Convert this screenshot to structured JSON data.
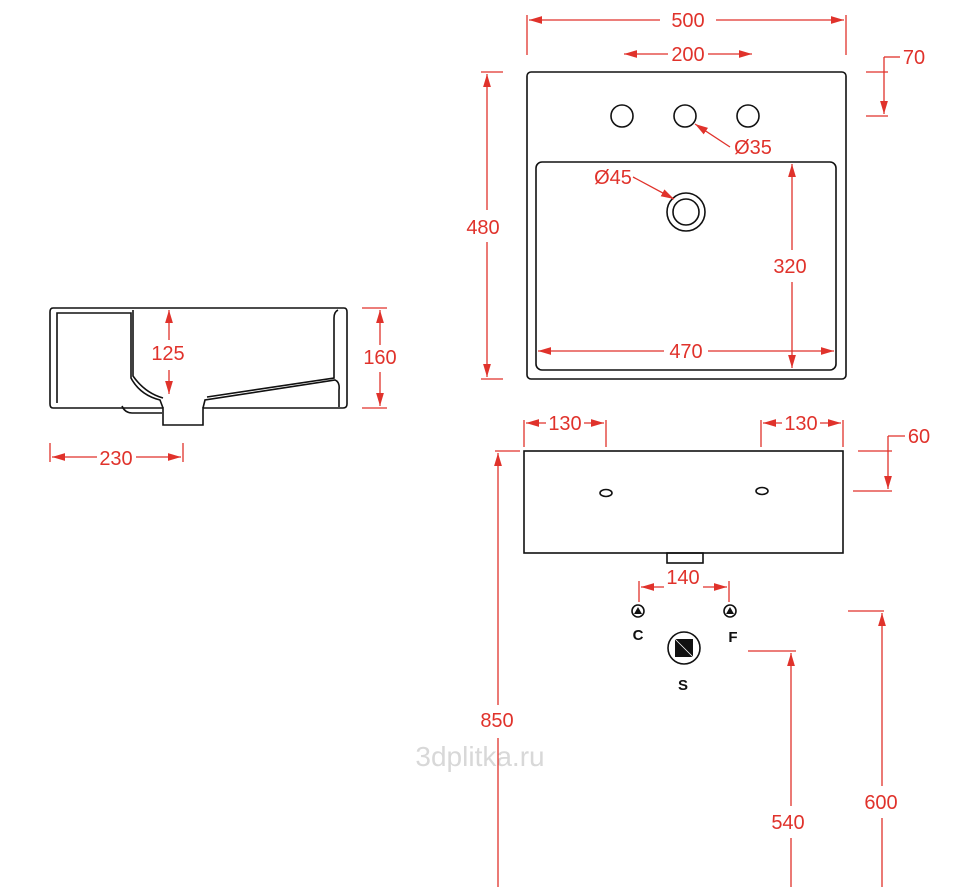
{
  "dimensions": {
    "top_width": "500",
    "tap_spacing": "200",
    "tap_offset": "70",
    "depth": "480",
    "tap_hole": "Ø35",
    "drain_hole": "Ø45",
    "basin_depth": "320",
    "basin_width": "470",
    "side_inner_height": "125",
    "side_height": "160",
    "side_offset": "230",
    "front_left": "130",
    "front_right": "130",
    "front_hole_offset": "60",
    "supply_spacing": "140",
    "rim_height": "850",
    "waste_height": "540",
    "supply_height": "600"
  },
  "symbols": {
    "cold": "C",
    "hot": "F",
    "waste": "S"
  },
  "watermark": "3dplitka.ru",
  "colors": {
    "dimension": "#e0322b",
    "outline": "#111111"
  }
}
